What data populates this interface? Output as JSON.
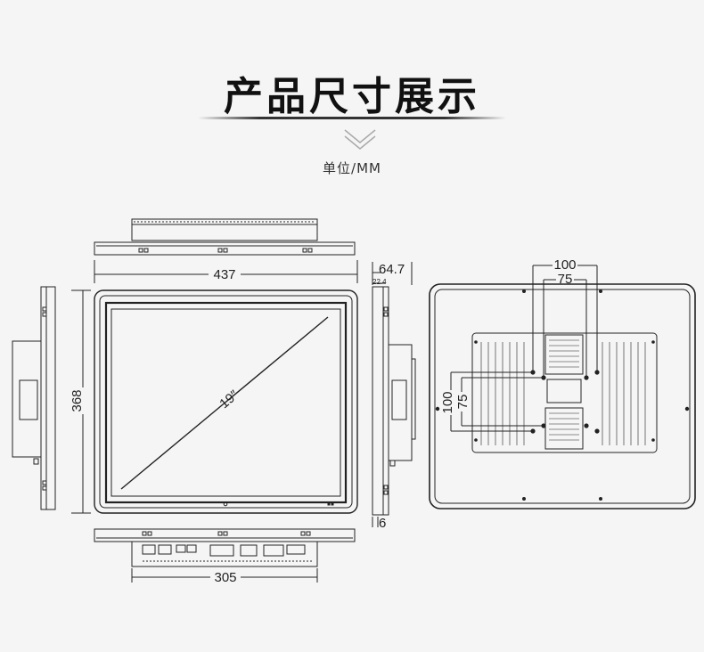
{
  "title": "产品尺寸展示",
  "unit_label": "单位/MM",
  "icons": {
    "chevron": "double-chevron-down-icon"
  },
  "dimensions": {
    "width": "437",
    "height": "368",
    "depth": "64.7",
    "depth_small": "22.4",
    "bezel": "6",
    "bottom_width": "305",
    "screen_size": "19″",
    "vesa_outer_h": "100",
    "vesa_inner_h": "75",
    "vesa_outer_v": "100",
    "vesa_inner_v": "75"
  },
  "colors": {
    "line": "#222222",
    "background": "#f5f5f5"
  }
}
